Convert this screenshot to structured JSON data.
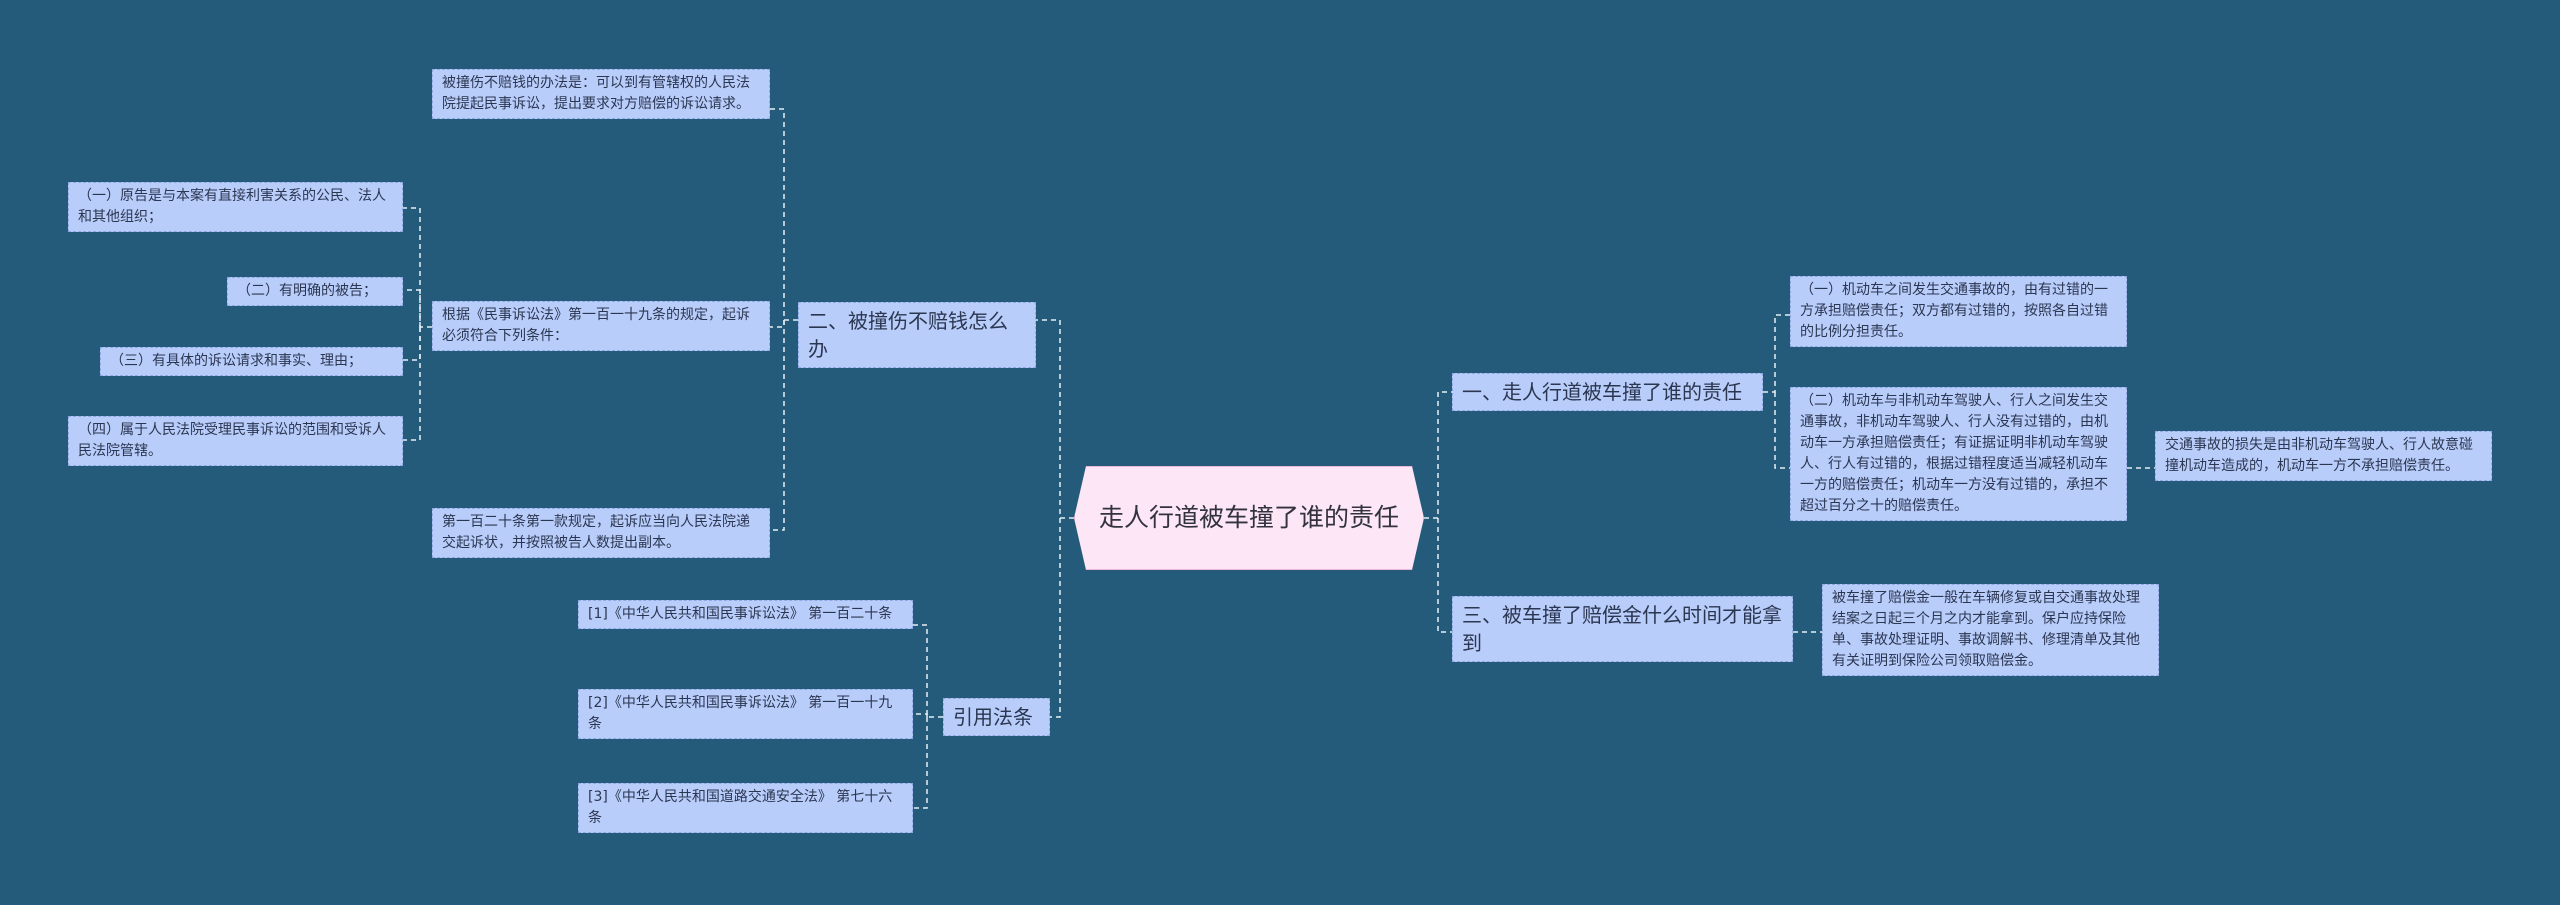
{
  "root": "走人行道被车撞了谁的责任",
  "branches": {
    "b1": "一、走人行道被车撞了谁的责任",
    "b2": "二、被撞伤不赔钱怎么办",
    "b3": "三、被车撞了赔偿金什么时间才能拿到",
    "b4": "引用法条"
  },
  "leaves": {
    "b1_1": "（一）机动车之间发生交通事故的，由有过错的一方承担赔偿责任；双方都有过错的，按照各自过错的比例分担责任。",
    "b1_2": "（二）机动车与非机动车驾驶人、行人之间发生交通事故，非机动车驾驶人、行人没有过错的，由机动车一方承担赔偿责任；有证据证明非机动车驾驶人、行人有过错的，根据过错程度适当减轻机动车一方的赔偿责任；机动车一方没有过错的，承担不超过百分之十的赔偿责任。",
    "b1_2_1": "交通事故的损失是由非机动车驾驶人、行人故意碰撞机动车造成的，机动车一方不承担赔偿责任。",
    "b3_1": "被车撞了赔偿金一般在车辆修复或自交通事故处理结案之日起三个月之内才能拿到。保户应持保险单、事故处理证明、事故调解书、修理清单及其他有关证明到保险公司领取赔偿金。",
    "b2_1": "被撞伤不赔钱的办法是：可以到有管辖权的人民法院提起民事诉讼，提出要求对方赔偿的诉讼请求。",
    "b2_2": "根据《民事诉讼法》第一百一十九条的规定，起诉必须符合下列条件：",
    "b2_2_1": "（一）原告是与本案有直接利害关系的公民、法人和其他组织；",
    "b2_2_2": "（二）有明确的被告；",
    "b2_2_3": "（三）有具体的诉讼请求和事实、理由；",
    "b2_2_4": "（四）属于人民法院受理民事诉讼的范围和受诉人民法院管辖。",
    "b2_3": "第一百二十条第一款规定，起诉应当向人民法院递交起诉状，并按照被告人数提出副本。",
    "b4_1": "[1]《中华人民共和国民事诉讼法》 第一百二十条",
    "b4_2": "[2]《中华人民共和国民事诉讼法》 第一百一十九条",
    "b4_3": "[3]《中华人民共和国道路交通安全法》 第七十六条"
  }
}
